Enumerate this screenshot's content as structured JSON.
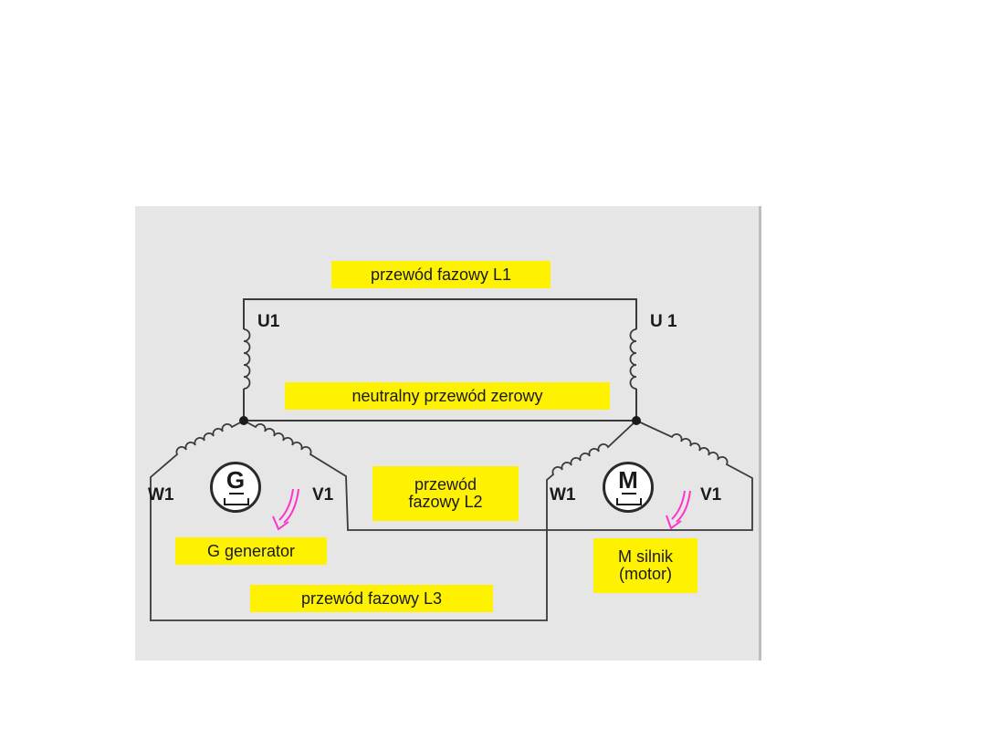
{
  "diagram": {
    "labels": {
      "phase_l1": "przewód fazowy L1",
      "neutral": "neutralny przewód zerowy",
      "phase_l2": "przewód\nfazowy L2",
      "phase_l3": "przewód fazowy L3",
      "generator": "G generator",
      "motor": "M silnik\n(motor)"
    },
    "terminals": {
      "gen_u1": "U1",
      "gen_w1": "W1",
      "gen_v1": "V1",
      "mot_u1": "U 1",
      "mot_w1": "W1",
      "mot_v1": "V1"
    },
    "machines": {
      "generator_letter": "G",
      "motor_letter": "M"
    },
    "colors": {
      "label_bg": "#fff200",
      "panel_bg": "#e6e6e7",
      "wire": "#3a3a3a",
      "rotation_arrow": "#ff33cc"
    }
  }
}
